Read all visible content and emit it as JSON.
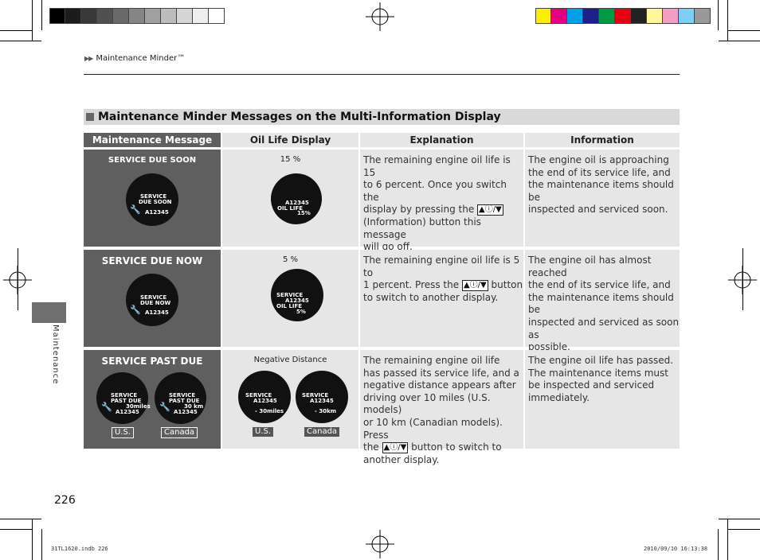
{
  "header": {
    "breadcrumb": "Maintenance Minder™"
  },
  "section": {
    "title": "Maintenance Minder Messages on the Multi-Information Display"
  },
  "table": {
    "columns": [
      "Maintenance Message",
      "Oil Life Display",
      "Explanation",
      "Information"
    ],
    "rows": [
      {
        "message": "SERVICE DUE SOON",
        "oil_label": "15 %",
        "explanation_a": "The remaining engine oil life is 15",
        "explanation_b": "to 6 percent. Once you switch the",
        "explanation_c": "display by pressing the",
        "explanation_d": "(Information) button this message",
        "explanation_e": "will go off.",
        "information": [
          "The engine oil is approaching",
          "the end of its service life, and",
          "the maintenance items should be",
          "inspected and serviced soon."
        ],
        "msg_display": [
          "SERVICE",
          "DUE SOON",
          "A12345"
        ],
        "oil_display": [
          "A12345",
          "OIL LIFE",
          "15%"
        ]
      },
      {
        "message": "SERVICE DUE NOW",
        "oil_label": "5 %",
        "explanation_a": "The remaining engine oil life is 5 to",
        "explanation_b": "1 percent. Press the",
        "explanation_b2": "button",
        "explanation_c": "to switch to another display.",
        "information": [
          "The engine oil has almost reached",
          "the end of its service life, and",
          "the maintenance items should be",
          "inspected and serviced as soon as",
          "possible."
        ],
        "msg_display": [
          "SERVICE",
          "DUE NOW",
          "A12345"
        ],
        "oil_display": [
          "SERVICE",
          "A12345",
          "OIL LIFE",
          "5%"
        ]
      },
      {
        "message": "SERVICE PAST DUE",
        "oil_label": "Negative Distance",
        "explanation": [
          "The remaining engine oil life",
          "has passed its service life, and a",
          "negative distance appears after",
          "driving over 10 miles (U.S. models)",
          "or 10 km (Canadian models). Press"
        ],
        "explanation_last_a": "the",
        "explanation_last_b": "button to switch to",
        "explanation_end": "another display.",
        "information": [
          "The engine oil life has passed.",
          "The maintenance items must",
          "be inspected and serviced",
          "immediately."
        ],
        "msg_display_us": [
          "SERVICE",
          "PAST DUE",
          "30miles",
          "A12345"
        ],
        "msg_display_ca": [
          "SERVICE",
          "PAST DUE",
          "30 km",
          "A12345"
        ],
        "oil_display_us": [
          "SERVICE",
          "A12345",
          "- 30miles"
        ],
        "oil_display_ca": [
          "SERVICE",
          "A12345",
          "- 30km"
        ],
        "tag_us": "U.S.",
        "tag_ca": "Canada"
      }
    ]
  },
  "button_glyph": "▲ⓘ/▼",
  "side_label": "Maintenance",
  "page_number": "226",
  "footer": {
    "left": "31TL1620.indb   226",
    "right": "2010/09/10   16:13:38"
  },
  "colors": {
    "dark_cell": "#5f5f5f",
    "light_cell": "#e6e6e6",
    "section_bg": "#d9d9d9",
    "swatches": [
      "#000000",
      "#1c1c1c",
      "#383838",
      "#505050",
      "#6a6a6a",
      "#858585",
      "#a0a0a0",
      "#bcbcbc",
      "#d5d5d5",
      "#eeeeee",
      "#ffffff"
    ],
    "swatches_color": [
      "#ffee00",
      "#e6007e",
      "#00a0e9",
      "#1d2088",
      "#009944",
      "#e60012",
      "#222222",
      "#fff799",
      "#f19ec2",
      "#7ecef4",
      "#999999"
    ]
  }
}
